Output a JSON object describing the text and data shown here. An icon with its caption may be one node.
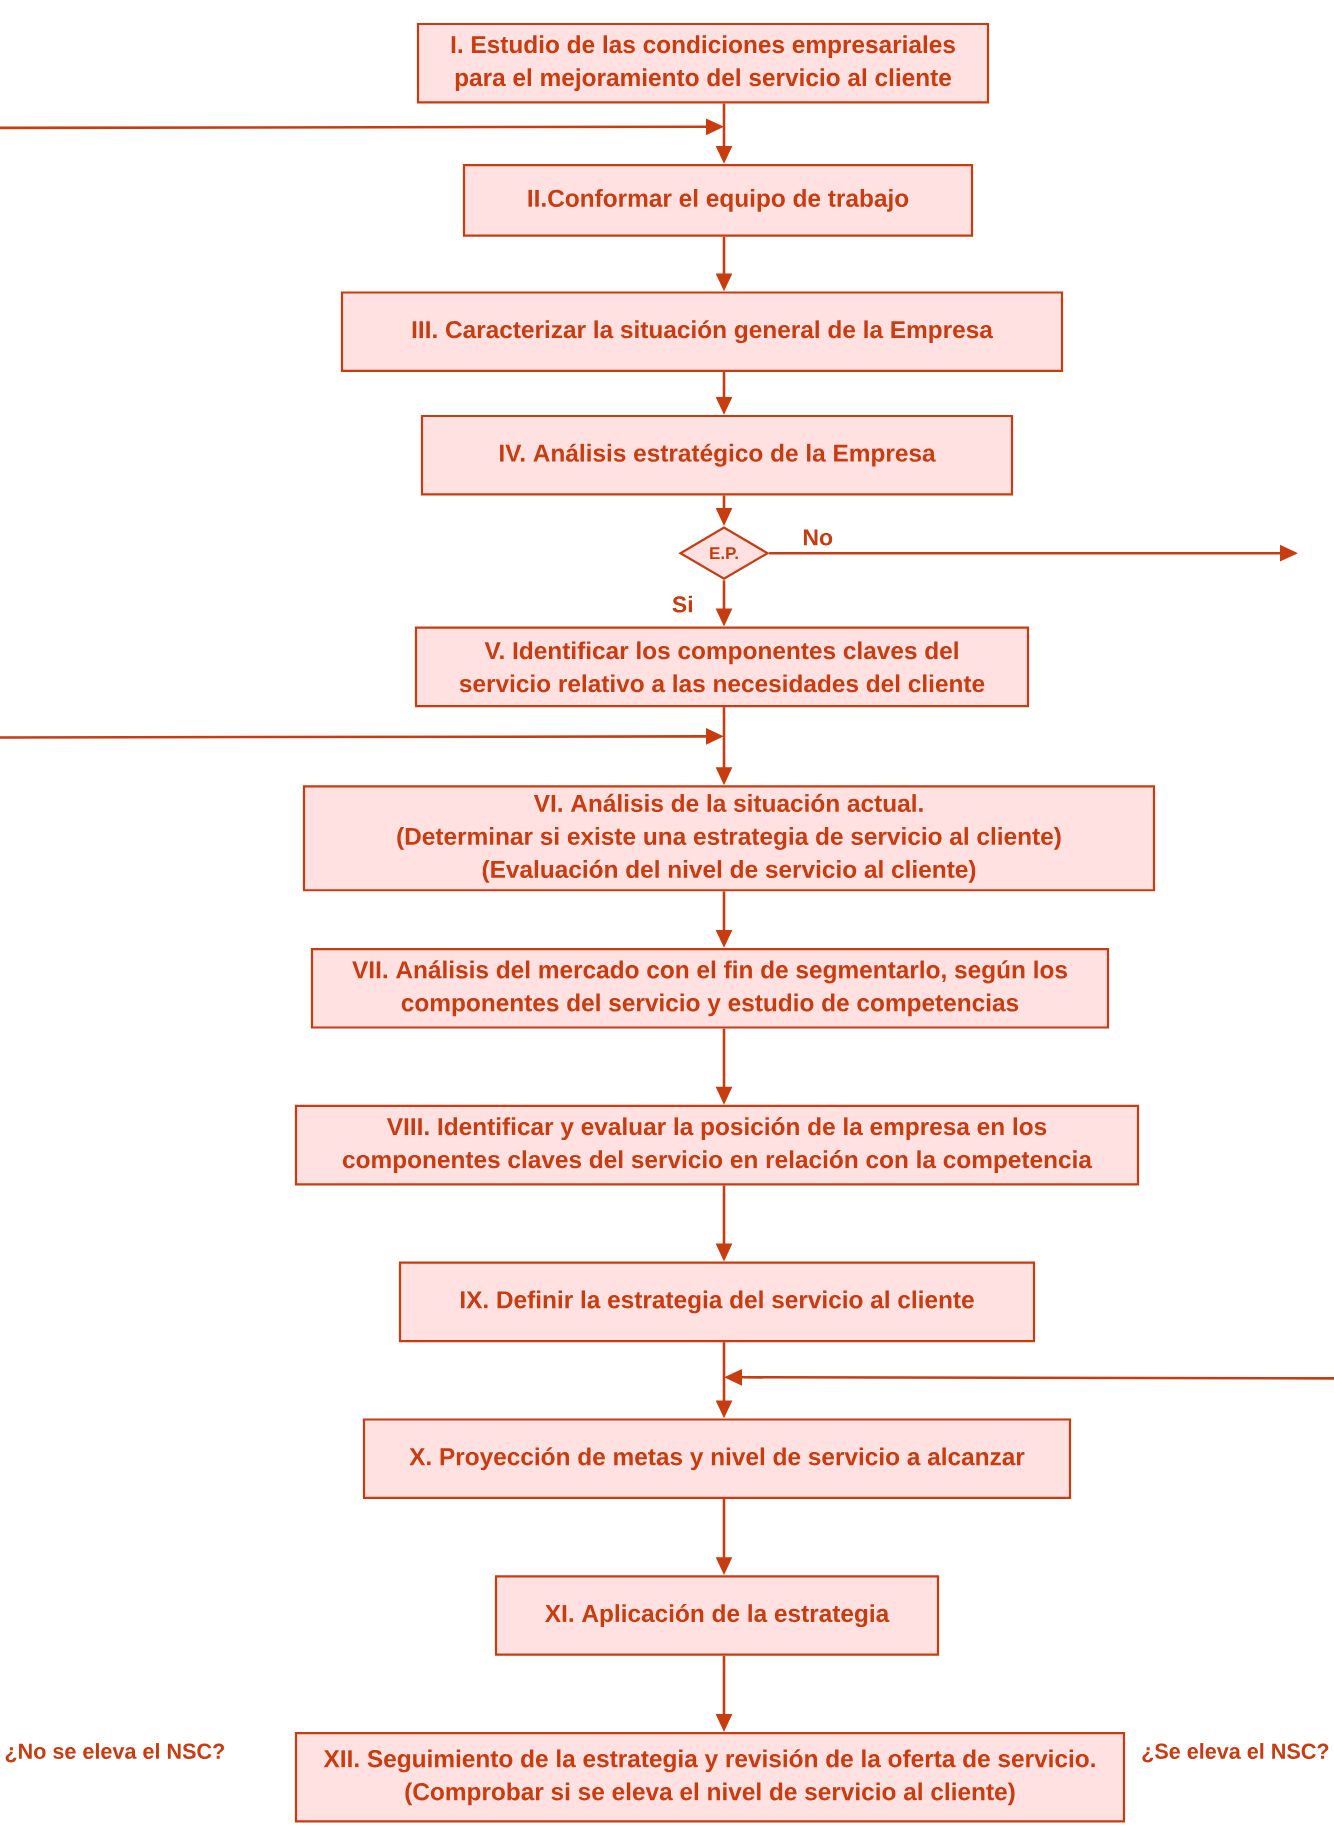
{
  "diagram": {
    "nodes": [
      {
        "text": [
          "I. Estudio de las condiciones empresariales para el mejoramiento del servicio al cliente"
        ]
      },
      {
        "text": [
          "II.Conformar el equipo de trabajo"
        ]
      },
      {
        "text": [
          "III. Caracterizar la situación general de la Empresa"
        ]
      },
      {
        "text": [
          "IV. Análisis estratégico de la Empresa"
        ]
      },
      {
        "text": [
          "E.P."
        ]
      },
      {
        "text": [
          "V. Identificar los componentes claves del servicio relativo a las necesidades del cliente"
        ]
      },
      {
        "text": [
          "VI. Análisis de la situación actual.",
          "(Determinar si existe una estrategia de servicio al cliente)",
          "(Evaluación del nivel de servicio al cliente)"
        ]
      },
      {
        "text": [
          "VII. Análisis del mercado con el fin de segmentarlo, según los componentes del servicio y estudio de competencias"
        ]
      },
      {
        "text": [
          "VIII. Identificar y evaluar la posición de la empresa en los componentes claves del servicio en relación con la competencia"
        ]
      },
      {
        "text": [
          "IX. Definir la estrategia del servicio al cliente"
        ]
      },
      {
        "text": [
          "X. Proyección de metas y nivel de servicio a alcanzar"
        ]
      },
      {
        "text": [
          "XI. Aplicación de la estrategia"
        ]
      },
      {
        "text": [
          "XII. Seguimiento de la estrategia y revisión de la oferta de servicio.",
          "(Comprobar si se eleva el nivel de servicio al cliente)"
        ],
        "beside": [
          "¿No se eleva el NSC?",
          "¿Se eleva el NSC?"
        ]
      }
    ],
    "edges": [
      {
        "from": 0,
        "to": 1,
        "arrow": "to"
      },
      {
        "from": null,
        "to": 1,
        "arrow": "to"
      },
      {
        "from": 1,
        "to": 2,
        "arrow": "to"
      },
      {
        "from": 2,
        "to": 3,
        "arrow": "to"
      },
      {
        "from": 3,
        "to": 4,
        "arrow": "to"
      },
      {
        "from": 4,
        "to": 5,
        "arrow": "to",
        "label": "Si"
      },
      {
        "from": 4,
        "to": null,
        "arrow": "to",
        "label": "No"
      },
      {
        "from": 5,
        "to": 6,
        "arrow": "to"
      },
      {
        "from": null,
        "to": 6,
        "arrow": "to"
      },
      {
        "from": 6,
        "to": 7,
        "arrow": "to"
      },
      {
        "from": 7,
        "to": 8,
        "arrow": "to"
      },
      {
        "from": 8,
        "to": 9,
        "arrow": "to"
      },
      {
        "from": 9,
        "to": 10,
        "arrow": "to"
      },
      {
        "from": null,
        "to": 10,
        "arrow": "to"
      },
      {
        "from": 10,
        "to": 11,
        "arrow": "to"
      },
      {
        "from": 11,
        "to": 12,
        "arrow": "to"
      }
    ]
  }
}
